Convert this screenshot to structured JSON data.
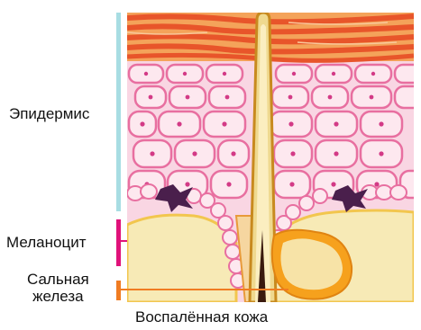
{
  "labels": {
    "epidermis": "Эпидермис",
    "melanocyte": "Меланоцит",
    "sebaceous_line1": "Сальная",
    "sebaceous_line2": "железа"
  },
  "caption": "Воспалённая кожа",
  "colors": {
    "epidermis_bar": "#a8dde3",
    "melanocyte_bar": "#e0127a",
    "gland_bar": "#f07c22",
    "stratum_corneum": "#e8552a",
    "cell_fill": "#fde8ef",
    "cell_stroke": "#e86fa0",
    "nucleus": "#d33a86",
    "dermis": "#f7eab6",
    "hair_shaft": "#efd98f",
    "melanocyte": "#4a1f4c",
    "gland": "#f6a11d",
    "gland_inner": "#f7e3a7"
  }
}
